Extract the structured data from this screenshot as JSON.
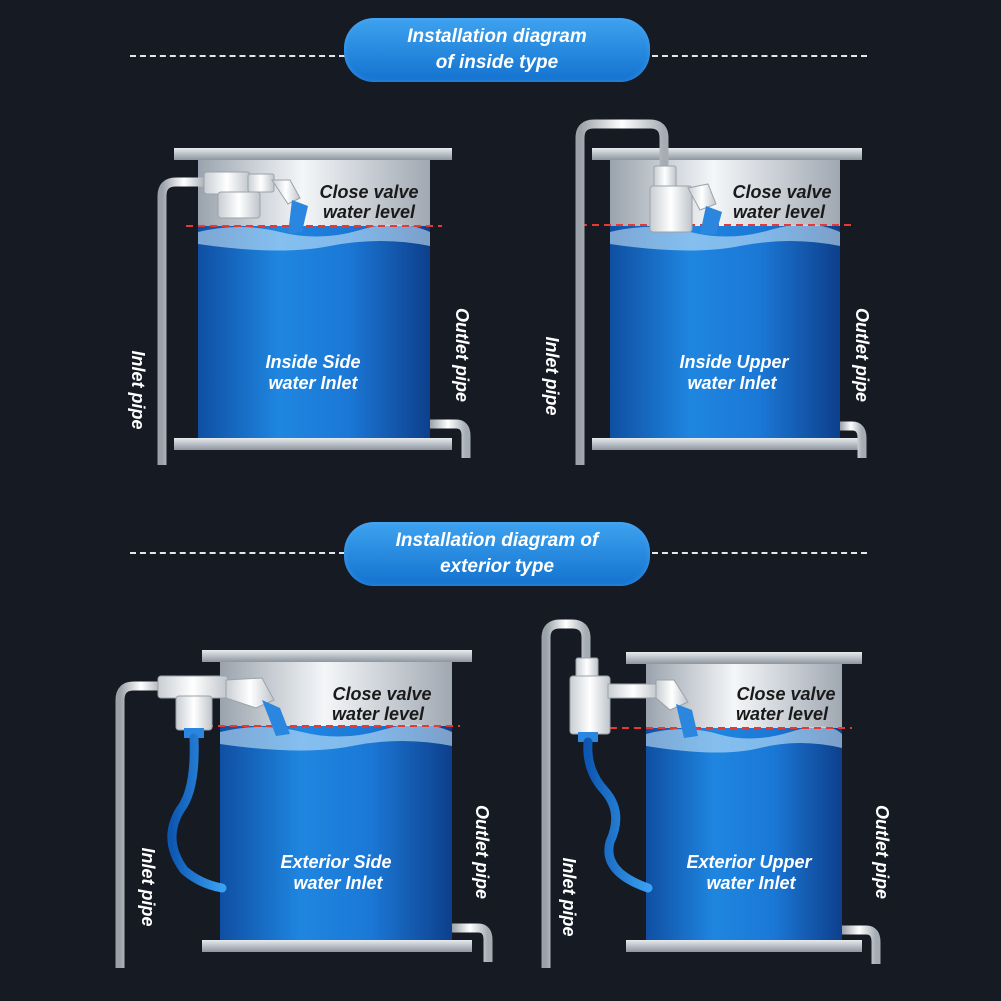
{
  "colors": {
    "background": "#151a23",
    "pill": "#1c84df",
    "water": "#1766c2",
    "level_line": "#e53935",
    "hose": "#1a74d6"
  },
  "sections": [
    {
      "title_line1": "Installation diagram",
      "title_line2": "of inside type",
      "diagrams": [
        {
          "center_line1": "Inside Side",
          "center_line2": "water Inlet",
          "valve_label_line1": "Close valve",
          "valve_label_line2": "water level",
          "inlet_label": "Inlet pipe",
          "outlet_label": "Outlet pipe"
        },
        {
          "center_line1": "Inside Upper",
          "center_line2": "water Inlet",
          "valve_label_line1": "Close valve",
          "valve_label_line2": "water level",
          "inlet_label": "Inlet pipe",
          "outlet_label": "Outlet pipe"
        }
      ]
    },
    {
      "title_line1": "Installation diagram of",
      "title_line2": "exterior type",
      "diagrams": [
        {
          "center_line1": "Exterior Side",
          "center_line2": "water Inlet",
          "valve_label_line1": "Close valve",
          "valve_label_line2": "water level",
          "inlet_label": "Inlet pipe",
          "outlet_label": "Outlet pipe"
        },
        {
          "center_line1": "Exterior Upper",
          "center_line2": "water Inlet",
          "valve_label_line1": "Close valve",
          "valve_label_line2": "water level",
          "inlet_label": "Inlet pipe",
          "outlet_label": "Outlet pipe"
        }
      ]
    }
  ]
}
